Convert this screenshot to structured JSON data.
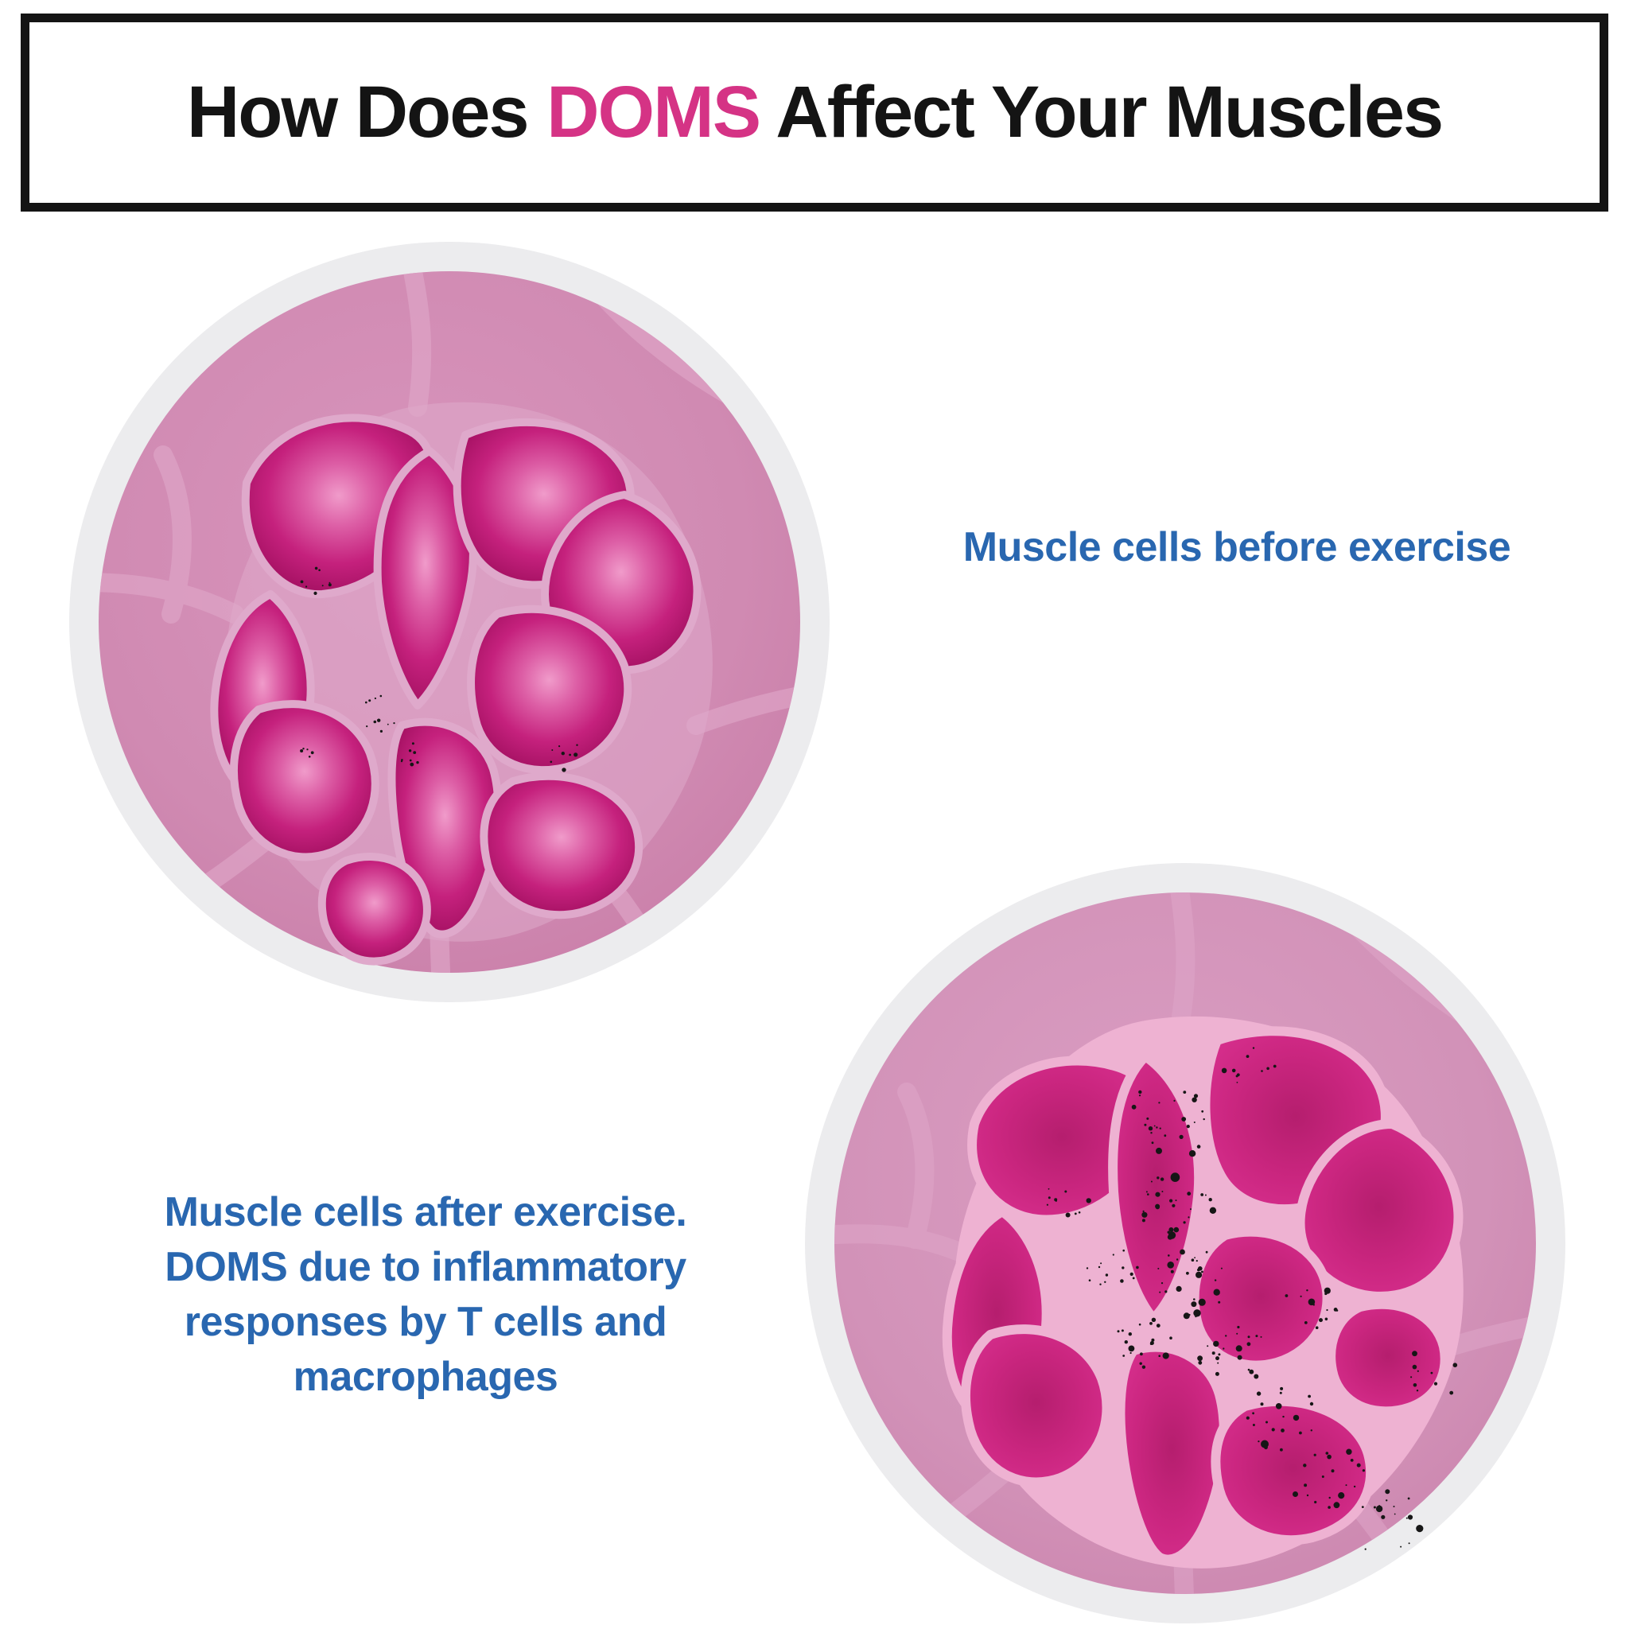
{
  "title": {
    "prefix": "How Does ",
    "highlight": "DOMS",
    "suffix": " Affect Your Muscles"
  },
  "labels": {
    "before": "Muscle cells before exercise",
    "after_lines": [
      "Muscle cells after exercise.",
      "DOMS due to inflammatory",
      "responses by T cells and",
      "macrophages"
    ]
  },
  "illustrations": {
    "before_name": "cross-section of muscle cells before exercise",
    "after_name": "cross-section of damaged muscle cells after exercise with inflammatory cells"
  },
  "colors": {
    "accent_pink": "#d53385",
    "label_blue": "#2967b0",
    "title_black": "#141414",
    "ring_gray": "#ececee",
    "tissue_pink": "#d28cb4",
    "cell_dark_magenta": "#a50f60",
    "cell_bright_magenta": "#d62a88",
    "interstitial_pink": "#eeb2d2",
    "dot_black": "#161616"
  }
}
